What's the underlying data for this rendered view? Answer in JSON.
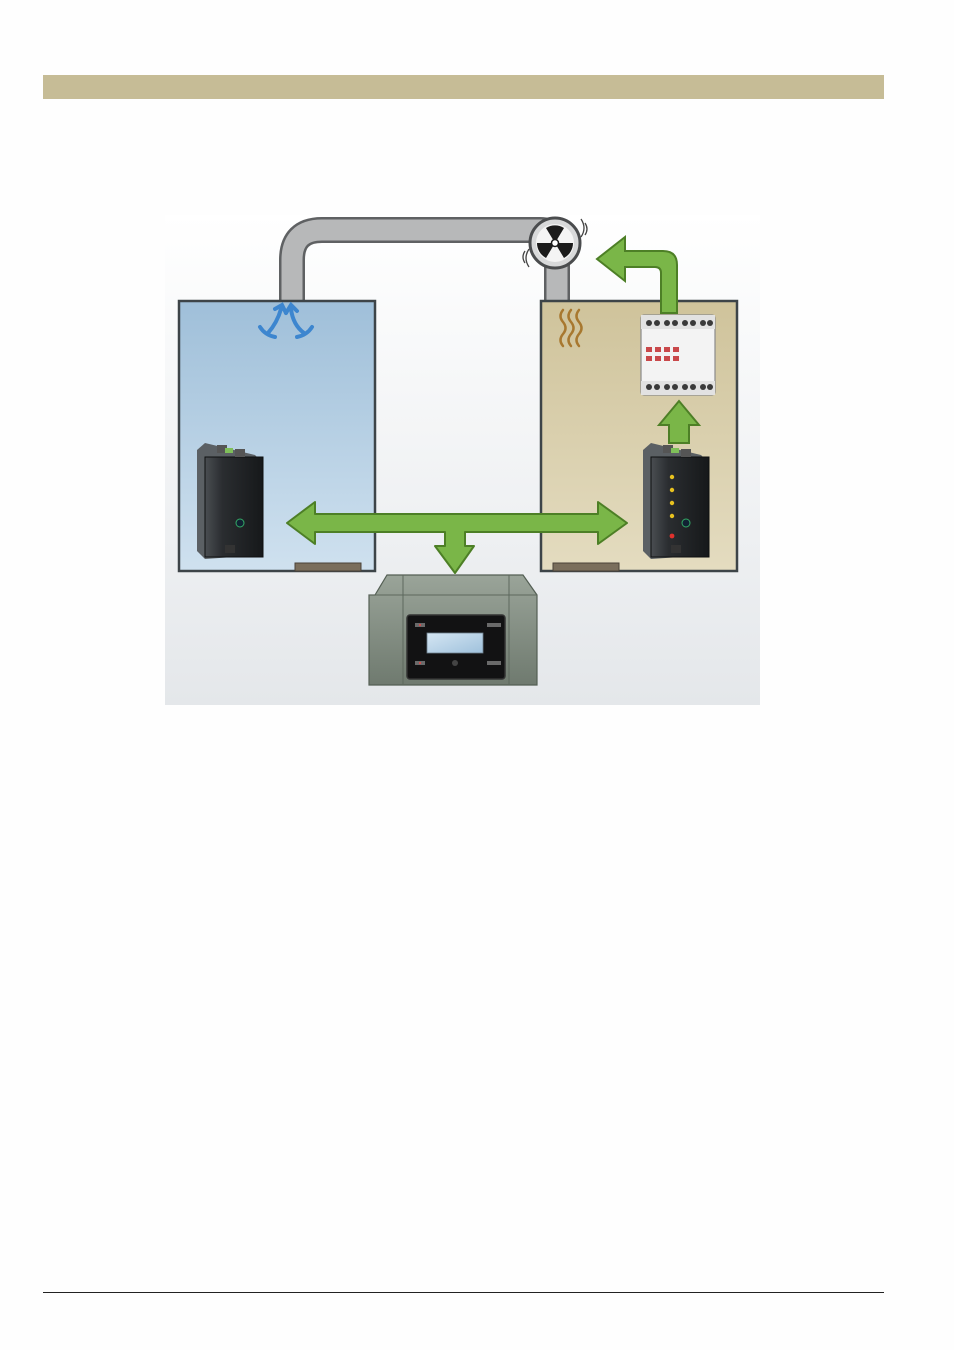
{
  "colors": {
    "header_band": "#c6bc96",
    "cold_room": "#b9d2e6",
    "warm_room": "#ddd3b2",
    "arrow_green": "#7ab648",
    "arrow_green_dark": "#4d7f26",
    "duct_gray": "#a9aaab",
    "device_black": "#1f2224",
    "panel_green_gray": "#7f8b7f"
  },
  "diagram": {
    "rooms": [
      {
        "name": "cold-room",
        "indicator": "cold-air-icon"
      },
      {
        "name": "warm-room",
        "indicator": "heat-waves-icon"
      }
    ],
    "components": [
      "air-duct",
      "exhaust-fan-icon",
      "relay-module",
      "controller-left",
      "controller-right",
      "control-panel"
    ]
  }
}
